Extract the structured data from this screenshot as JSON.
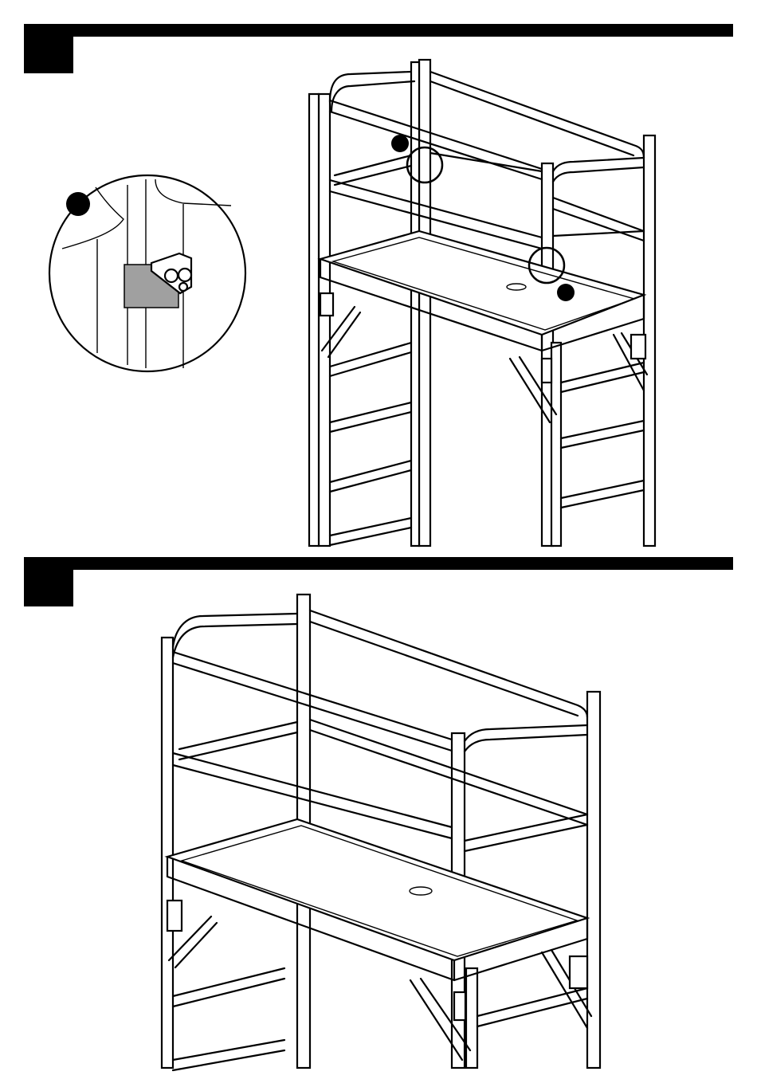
{
  "steps": [
    {
      "number": ""
    },
    {
      "number": ""
    }
  ],
  "colors": {
    "ink": "#000000",
    "paper": "#ffffff",
    "clip_gray": "#a0a0a0"
  },
  "icons": [
    "step-header-bar",
    "magnify-callout",
    "callout-marker-dot",
    "scaffold-illustration"
  ]
}
